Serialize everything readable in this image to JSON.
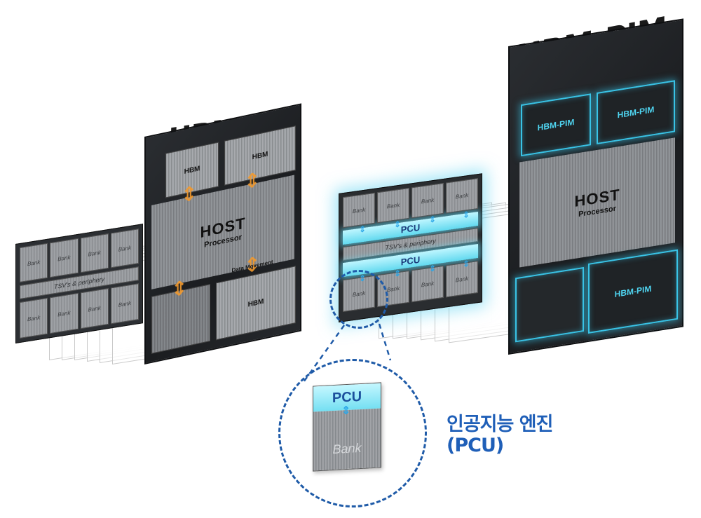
{
  "titles": {
    "hbm": "HBM",
    "hbm_pim": "HBM-PIM"
  },
  "hbm_stack": {
    "bank_label": "Bank",
    "periphery": "TSV's & periphery"
  },
  "hbm_chip": {
    "die_label": "HBM",
    "host_title": "HOST",
    "host_sub": "Processor",
    "data_movement": "Data Movement"
  },
  "pim_stack": {
    "bank_label": "Bank",
    "pcu_label": "PCU",
    "periphery": "TSV's & periphery"
  },
  "pim_chip": {
    "die_label": "HBM-PIM",
    "host_title": "HOST",
    "host_sub": "Processor"
  },
  "zoom": {
    "pcu": "PCU",
    "bank": "Bank"
  },
  "caption": {
    "line1": "인공지능 엔진",
    "line2": "(PCU)"
  },
  "colors": {
    "pim_glow": "#39c3e6",
    "arrow_orange": "#f39a2e",
    "caption_blue": "#1f5fb8"
  }
}
